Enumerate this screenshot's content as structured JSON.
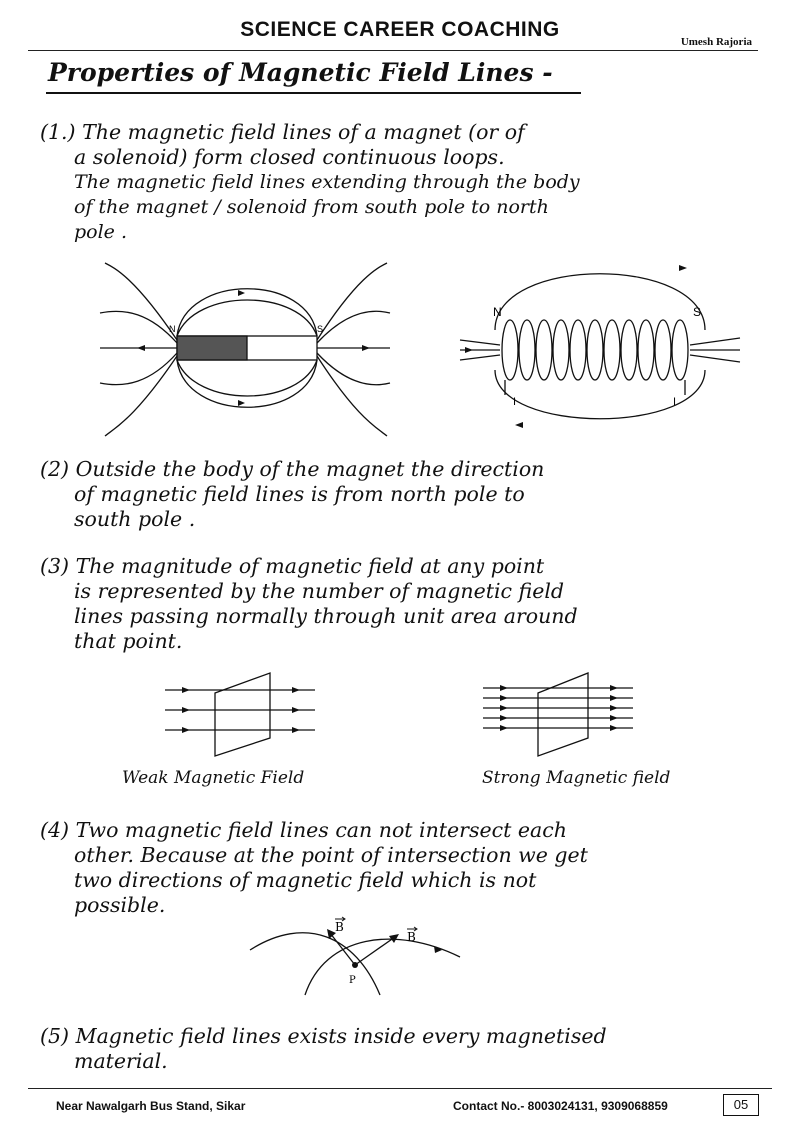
{
  "header": {
    "title": "SCIENCE CAREER COACHING",
    "author": "Umesh Rajoria"
  },
  "page_title": "Properties of Magnetic Field Lines -",
  "points": [
    {
      "number": "(1.)",
      "lines": [
        "The magnetic field lines of a magnet (or of",
        "a solenoid) form closed continuous loops.",
        "The magnetic field lines extending through the body",
        "of the magnet / solenoid from south pole to north",
        "pole ."
      ]
    },
    {
      "number": "(2)",
      "lines": [
        "Outside the body of the magnet the direction",
        "of magnetic field lines is from north pole to",
        "south pole ."
      ]
    },
    {
      "number": "(3)",
      "lines": [
        "The magnitude of magnetic field at any point",
        "is represented by the number of magnetic field",
        "lines passing normally through unit area around",
        "that point."
      ]
    },
    {
      "number": "(4)",
      "lines": [
        "Two magnetic field lines can not intersect each",
        "other. Because at the point of intersection we get",
        "two directions of magnetic field which is not",
        "possible."
      ]
    },
    {
      "number": "(5)",
      "lines": [
        "Magnetic field lines exists inside every magnetised",
        "material."
      ]
    }
  ],
  "figures": {
    "bar_magnet": {
      "north_label": "N",
      "south_label": "S"
    },
    "solenoid": {
      "north_label": "N",
      "south_label": "S",
      "current_label_left": "I",
      "current_label_right": "I"
    },
    "weak_field_caption": "Weak Magnetic Field",
    "strong_field_caption": "Strong Magnetic field",
    "intersection": {
      "field_label_1": "B",
      "field_label_2": "B",
      "point_label": "P"
    }
  },
  "footer": {
    "address": "Near Nawalgarh Bus Stand, Sikar",
    "contact": "Contact No.- 8003024131, 9309068859",
    "page_number": "05"
  }
}
